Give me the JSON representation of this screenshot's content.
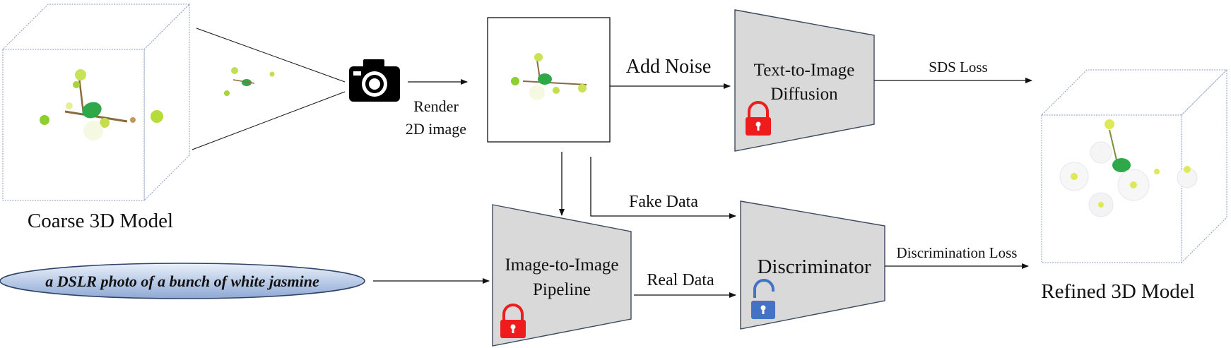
{
  "coarse_model": {
    "label": "Coarse 3D Model"
  },
  "render_step": {
    "line1": "Render",
    "line2": "2D image",
    "icon": "camera-icon"
  },
  "add_noise": {
    "label": "Add Noise"
  },
  "diffusion": {
    "line1": "Text-to-Image",
    "line2": "Diffusion",
    "lock": "locked",
    "lock_color": "#ee1c1c"
  },
  "sds_loss": {
    "label": "SDS Loss"
  },
  "fake_data": {
    "label": "Fake Data"
  },
  "real_data": {
    "label": "Real Data"
  },
  "prompt": {
    "text": "a DSLR photo of a bunch of white jasmine"
  },
  "img2img": {
    "line1": "Image-to-Image",
    "line2": "Pipeline",
    "lock": "locked",
    "lock_color": "#ee1c1c"
  },
  "discriminator": {
    "label": "Discriminator",
    "lock": "unlocked",
    "lock_color": "#4472c4"
  },
  "disc_loss": {
    "label": "Discrimination Loss"
  },
  "refined_model": {
    "label": "Refined 3D Model"
  },
  "colors": {
    "block_fill": "#d9d9d9",
    "block_stroke": "#3d4a5e",
    "cube_edge": "#8a9cc0"
  }
}
